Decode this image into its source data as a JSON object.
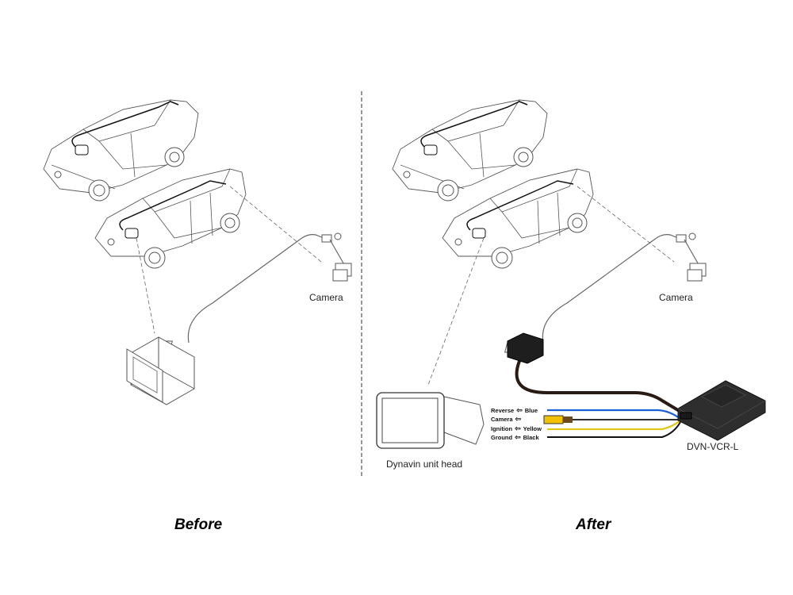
{
  "panels": {
    "before": {
      "caption": "Before",
      "camera_label": "Camera"
    },
    "after": {
      "caption": "After",
      "camera_label": "Camera",
      "head_unit_label": "Dynavin unit head",
      "module_label": "DVN-VCR-L",
      "wires": [
        {
          "function": "Reverse",
          "color_name": "Blue",
          "color": "#1a5fd6"
        },
        {
          "function": "Camera",
          "color_name": "",
          "color": "#111111"
        },
        {
          "function": "Ignition",
          "color_name": "Yellow",
          "color": "#e2c619"
        },
        {
          "function": "Ground",
          "color_name": "Black",
          "color": "#111111"
        }
      ],
      "arrow_glyph": "⇦"
    }
  },
  "colors": {
    "line_art": "#555555",
    "harness_cable": "#2a1a14",
    "module_body": "#2e2e2e",
    "rca_plug": "#f2c200"
  }
}
